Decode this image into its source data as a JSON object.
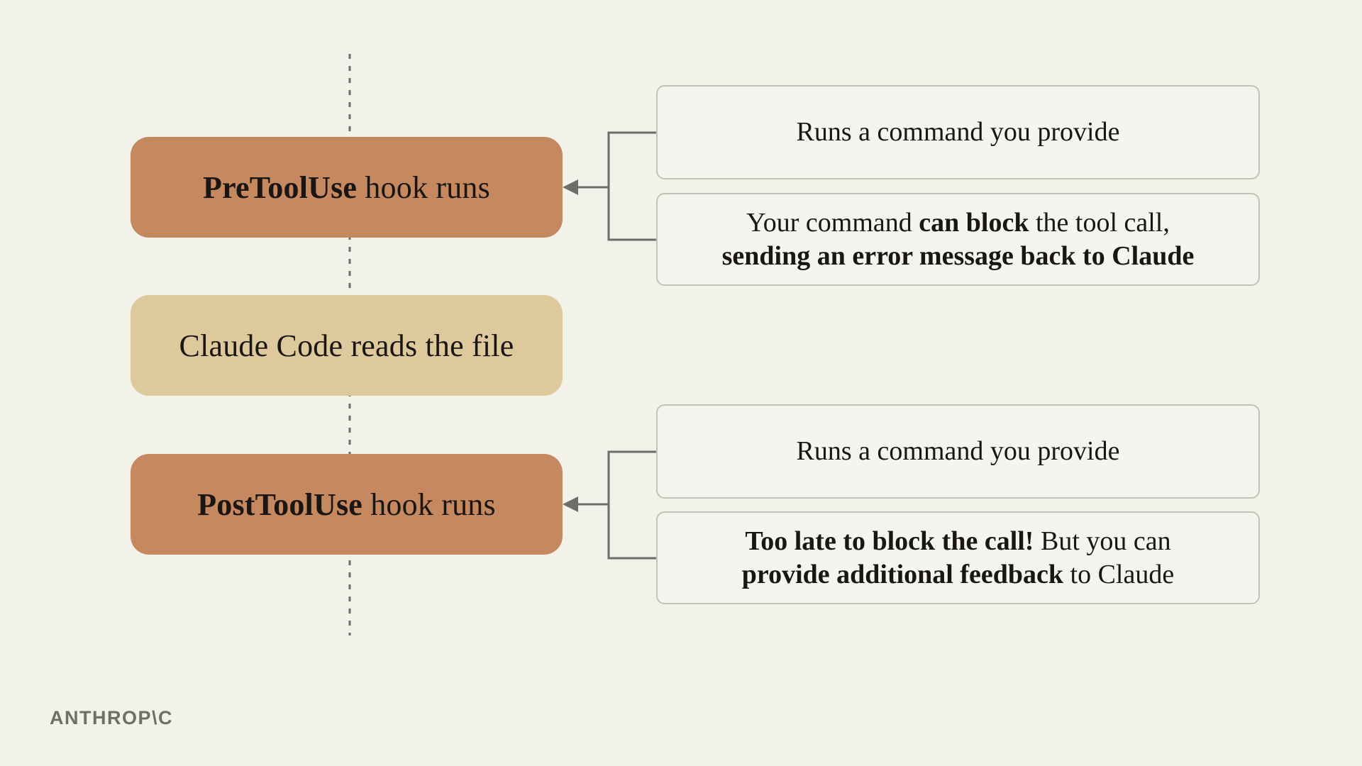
{
  "colors": {
    "background": "#F2F2EB",
    "node_orange": "#C6885F",
    "node_beige": "#DEC99D",
    "annotation_fill": "#F5F5EF",
    "annotation_border": "#C2C4B7",
    "connector": "#6E6E69",
    "timeline_dash": "#6E6E68",
    "text": "#1A1613",
    "logo": "#6F6F66"
  },
  "logo": {
    "text": "ANTHROP\\C"
  },
  "diagram": {
    "timeline": {
      "description": "vertical dashed timeline"
    },
    "nodes": [
      {
        "id": "pretooluse",
        "variant": "orange",
        "label": [
          [
            {
              "t": "PreToolUse",
              "b": true
            },
            {
              "t": " hook runs",
              "b": false
            }
          ]
        ]
      },
      {
        "id": "claude-reads-file",
        "variant": "beige",
        "label": [
          [
            {
              "t": "Claude Code reads the file",
              "b": false
            }
          ]
        ]
      },
      {
        "id": "posttooluse",
        "variant": "orange",
        "label": [
          [
            {
              "t": "PostToolUse",
              "b": true
            },
            {
              "t": " hook runs",
              "b": false
            }
          ]
        ]
      }
    ],
    "annotations": [
      {
        "id": "pretool-runs-command",
        "label": [
          [
            {
              "t": "Runs a command you provide",
              "b": false
            }
          ]
        ]
      },
      {
        "id": "pretool-can-block",
        "label": [
          [
            {
              "t": "Your command ",
              "b": false
            },
            {
              "t": "can block",
              "b": true
            },
            {
              "t": " the tool call,",
              "b": false
            }
          ],
          [
            {
              "t": "sending an error message back to Claude",
              "b": true
            }
          ]
        ]
      },
      {
        "id": "posttool-runs-command",
        "label": [
          [
            {
              "t": "Runs a command you provide",
              "b": false
            }
          ]
        ]
      },
      {
        "id": "posttool-too-late",
        "label": [
          [
            {
              "t": "Too late to block the call!",
              "b": true
            },
            {
              "t": " But you can",
              "b": false
            }
          ],
          [
            {
              "t": "provide additional feedback",
              "b": true
            },
            {
              "t": " to Claude",
              "b": false
            }
          ]
        ]
      }
    ]
  }
}
